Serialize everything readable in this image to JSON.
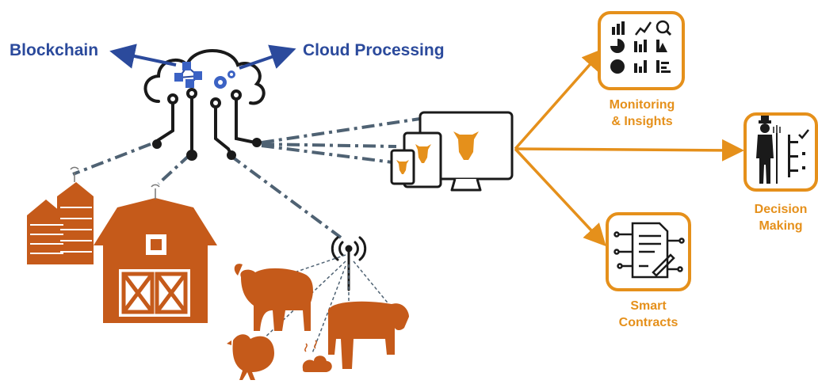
{
  "labels": {
    "blockchain": "Blockchain",
    "cloud_processing": "Cloud Processing",
    "monitoring_line1": "Monitoring",
    "monitoring_line2": "& Insights",
    "decision_line1": "Decision",
    "decision_line2": "Making",
    "contracts_line1": "Smart",
    "contracts_line2": "Contracts"
  },
  "colors": {
    "accent_blue": "#2b4a9c",
    "accent_orange": "#e5901b",
    "farm_brown": "#c55a1a",
    "link_gray": "#4f6273",
    "outline": "#1a1a1a"
  },
  "icons": {
    "cloud": "cloud-circuit-icon",
    "devices": "devices-cow-icon",
    "monitoring": "analytics-dashboard-icon",
    "decision": "farmer-checklist-icon",
    "contracts": "smart-contract-document-icon",
    "antenna": "radio-antenna-icon"
  }
}
